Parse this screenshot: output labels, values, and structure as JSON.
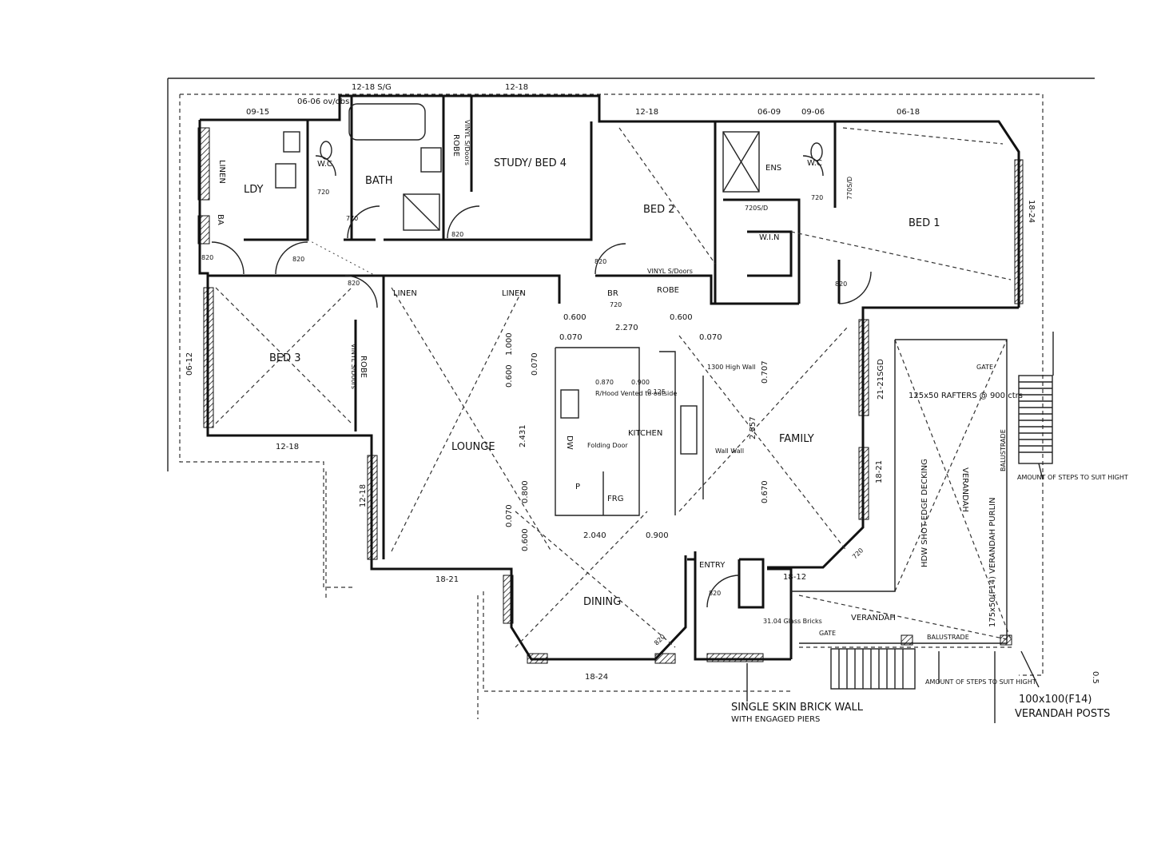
{
  "rooms": {
    "ldy": "LDY",
    "linen_ldy": "LINEN",
    "wc1": "W.C",
    "bath": "BATH",
    "robe_top": "ROBE",
    "robe_top_note": "VINYL S/Doors",
    "study": "STUDY/ BED 4",
    "bed2": "BED 2",
    "ens": "ENS",
    "wc2": "W.C",
    "win": "W.I.N",
    "bed1": "BED 1",
    "ba": "BA",
    "bed3": "BED 3",
    "robe_bed3": "ROBE",
    "robe_bed3_note": "VINYL S/Doors",
    "linen1": "LINEN",
    "linen2": "LINEN",
    "br": "BR",
    "robe_bed2": "ROBE",
    "robe_bed2_note": "VINYL S/Doors",
    "lounge": "LOUNGE",
    "kitchen": "KITCHEN",
    "family": "FAMILY",
    "frg": "FRG",
    "dw": "DW",
    "p": "P",
    "folding_door": "Folding Door",
    "rangehood": "R/Hood Vented to outside",
    "dining": "DINING",
    "entry": "ENTRY",
    "verandah_front": "VERANDAH",
    "verandah_side": "VERANDAH"
  },
  "dims": {
    "d1": "12-18 S/G",
    "d2": "12-18",
    "d3": "09-15",
    "d4": "06-06 ov/obs",
    "d5": "12-18",
    "d6": "06-09",
    "d7": "09-06",
    "d8": "06-18",
    "d9": "18-24",
    "d10": "06-12",
    "d11": "12-18",
    "d12": "12-18",
    "d13": "18-21",
    "d14": "18-24",
    "d15": "18-12",
    "d16": "18-21",
    "d17": "21-21SGD",
    "d18": "720",
    "d19": "770",
    "d20": "820",
    "d21": "820",
    "d22": "820",
    "d23": "820",
    "d24": "820",
    "d25": "820",
    "d26": "720",
    "d27": "720",
    "d28": "720S/D",
    "d29": "770S/D",
    "d30": "820",
    "d31": "820",
    "d32": "720",
    "k1": "0.600",
    "k2": "2.270",
    "k3": "0.600",
    "k4": "0.070",
    "k5": "0.070",
    "k6": "1.000",
    "k7": "0.600",
    "k8": "0.070",
    "k9": "2.431",
    "k10": "0.800",
    "k11": "0.600",
    "k12": "0.070",
    "k13": "2.040",
    "k14": "0.900",
    "k15": "0.707",
    "k16": "2.557",
    "k17": "0.670",
    "k18": "0.870",
    "k19": "0.900",
    "k20": "0.125",
    "k21": "1300 High Wall",
    "k22": "Wall Wall"
  },
  "notes": {
    "rafters": "125x50 RAFTERS @ 900 ctrs",
    "decking": "HDW SHOT-EDGE DECKING",
    "purlins": "175x50(F14) VERANDAH PURLIN",
    "balustrade_side": "BALUSTRADE",
    "balustrade_front": "BALUSTRADE",
    "gate1": "GATE",
    "gate2": "GATE",
    "steps_side": "AMOUNT OF STEPS TO SUIT HIGHT",
    "steps_front": "AMOUNT OF STEPS TO SUIT HIGHT",
    "glass_bricks": "31.04 Glass Bricks",
    "wall_note_1": "SINGLE SKIN BRICK WALL",
    "wall_note_2": "WITH ENGAGED PIERS",
    "posts_1": "100x100(F14)",
    "posts_2": "VERANDAH POSTS",
    "margin_mark": "0.5"
  }
}
